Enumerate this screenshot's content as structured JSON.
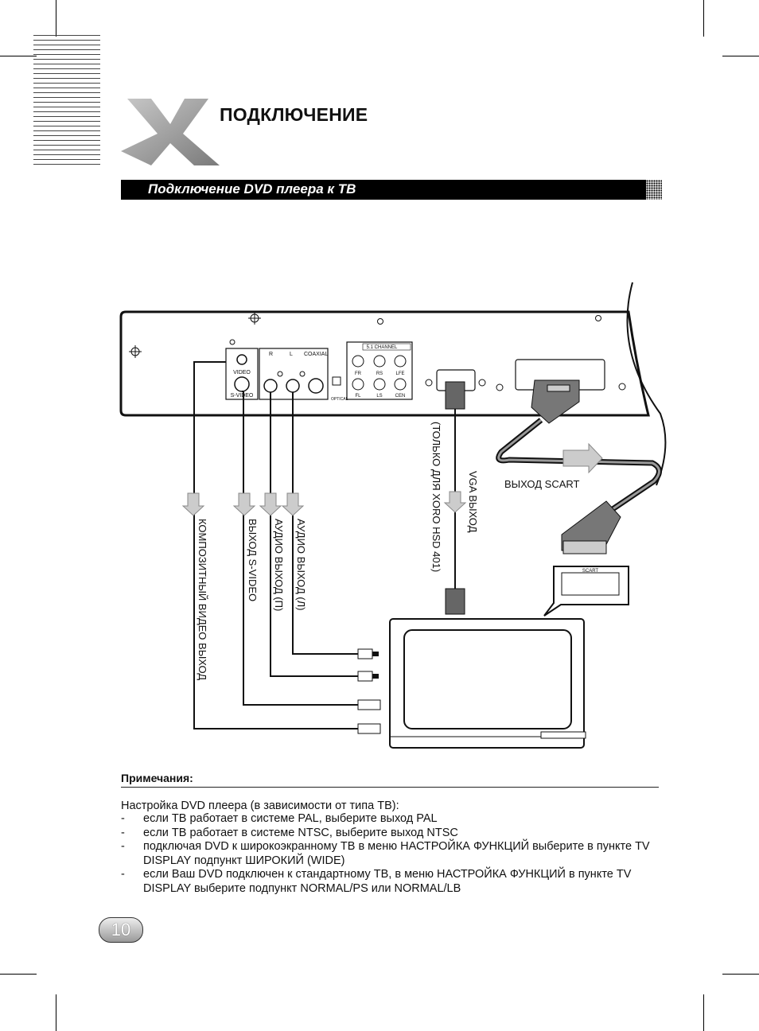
{
  "header": {
    "title": "ПОДКЛЮЧЕНИЕ",
    "logo_letter": "X"
  },
  "section": {
    "title": "Подключение DVD плеера к ТВ"
  },
  "diagram": {
    "player_panel": {
      "video_label": "VIDEO",
      "svideo_label": "S-VIDEO",
      "r_label": "R",
      "l_label": "L",
      "coaxial_label": "COAXIAL",
      "optical_label": "OPTICAL",
      "channel_label": "5.1 CHANNEL",
      "fr": "FR",
      "rs": "RS",
      "lfe": "LFE",
      "fl": "FL",
      "ls": "LS",
      "cen": "CEN"
    },
    "cable_labels": {
      "composite": "КОМПОЗИТНЫЙ ВИДЕО ВЫХОД",
      "svideo": "ВЫХОД S-VIDEO",
      "audio_left": "АУДИО ВЫХОД (Л)",
      "audio_right": "АУДИО ВЫХОД (П)",
      "vga": "VGA ВЫХОД",
      "vga_note": "(ТОЛЬКО ДЛЯ  XORO HSD 401)",
      "scart": "ВЫХОД SCART"
    },
    "tv_scart_label": "SCART"
  },
  "notes": {
    "title": "Примечания:",
    "intro": "Настройка DVD плеера (в зависимости от типа ТВ):",
    "items": [
      "если ТВ работает в системе PAL, выберите выход PAL",
      "если ТВ работает в системе NTSC, выберите выход NTSC",
      "подключая DVD к широкоэкранному ТВ в меню НАСТРОЙКА ФУНКЦИЙ выберите в пункте TV DISPLAY подпункт ШИРОКИЙ (WIDE)",
      "если Ваш DVD подключен к стандартному ТВ, в меню НАСТРОЙКА ФУНКЦИЙ в пункте TV DISPLAY выберите подпункт NORMAL/PS или NORMAL/LB"
    ]
  },
  "page_number": "10"
}
